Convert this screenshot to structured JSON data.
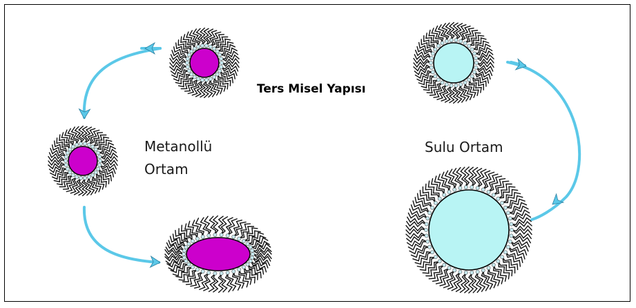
{
  "title": "Ters Misel Yapısı",
  "labels": {
    "methanol_line1": "Metanollü",
    "methanol_line2": "Ortam",
    "aqueous": "Sulu Ortam"
  },
  "colors": {
    "methanol_core": "#cc00cc",
    "aqueous_core": "#b8f4f4",
    "arrow": "#5bc8e8",
    "shell_bead": "#c8eaf0",
    "tail": "#111111",
    "border": "#000000"
  }
}
